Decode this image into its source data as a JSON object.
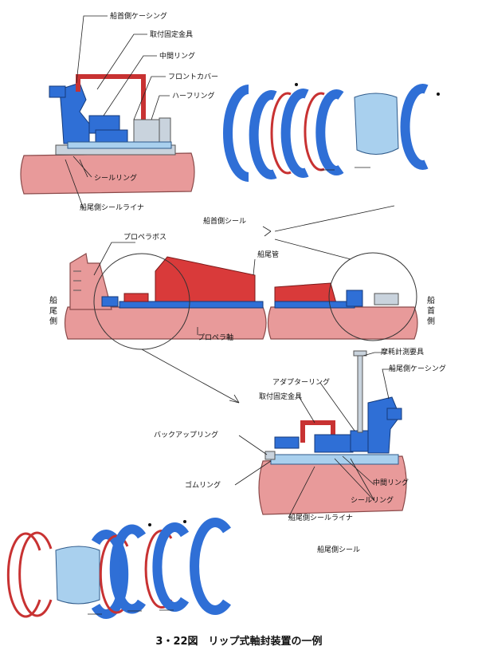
{
  "top_detail": {
    "labels": {
      "bow_casing": "船首側ケーシング",
      "mounting_bracket": "取付固定金具",
      "intermediate_ring": "中間リング",
      "front_cover": "フロントカバー",
      "half_ring": "ハーフリング",
      "seal_ring": "シールリング",
      "stern_seal_liner": "船尾側シールライナ"
    }
  },
  "middle": {
    "labels": {
      "bow_seal": "船首側シール",
      "propeller_boss": "プロペラボス",
      "stern_tube": "船尾管",
      "propeller_shaft": "プロペラ軸",
      "stern_side": "船\n尾\n側",
      "bow_side": "船\n首\n側"
    }
  },
  "bottom_detail": {
    "labels": {
      "wear_gauge": "摩耗計測要具",
      "stern_casing": "船尾側ケーシング",
      "adapter_ring": "アダプターリング",
      "mounting_bracket": "取付固定金具",
      "backup_ring": "バックアップリング",
      "rubber_ring": "ゴムリング",
      "intermediate_ring": "中間リング",
      "seal_ring": "シールリング",
      "stern_seal_liner": "船尾側シールライナ",
      "stern_seal": "船尾側シール"
    }
  },
  "caption": "3・22図　リップ式軸封装置の一例",
  "colors": {
    "shaft": "#e89a9a",
    "casing_blue": "#2f6fd6",
    "flange_red": "#d93a3a",
    "cover_light_blue": "#a9d0ee"
  }
}
